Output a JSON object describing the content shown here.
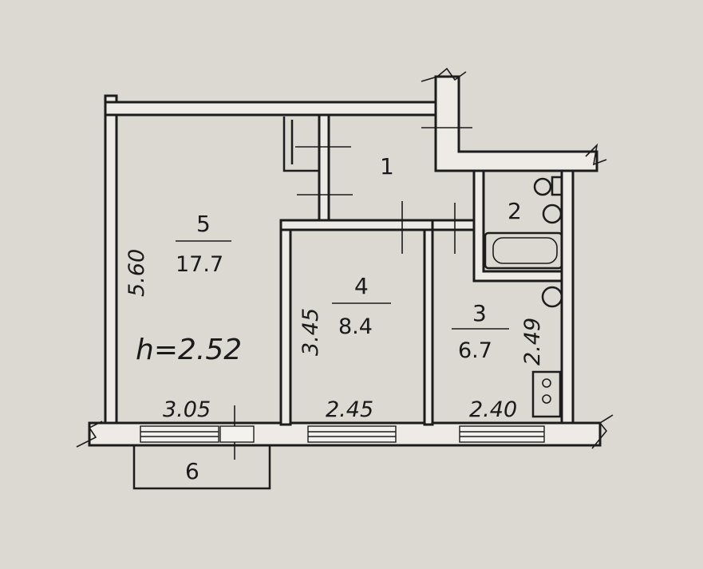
{
  "rooms": {
    "r1": {
      "number": "1"
    },
    "r2": {
      "number": "2"
    },
    "r3": {
      "number": "3",
      "area": "6.7"
    },
    "r4": {
      "number": "4",
      "area": "8.4"
    },
    "r5": {
      "number": "5",
      "area": "17.7"
    },
    "r6": {
      "number": "6"
    }
  },
  "dimensions": {
    "room5_depth": "5.60",
    "room4_depth": "3.45",
    "room3_depth": "2.49",
    "room5_width": "3.05",
    "room4_width": "2.45",
    "room3_width": "2.40"
  },
  "ceiling_height": "h=2.52"
}
